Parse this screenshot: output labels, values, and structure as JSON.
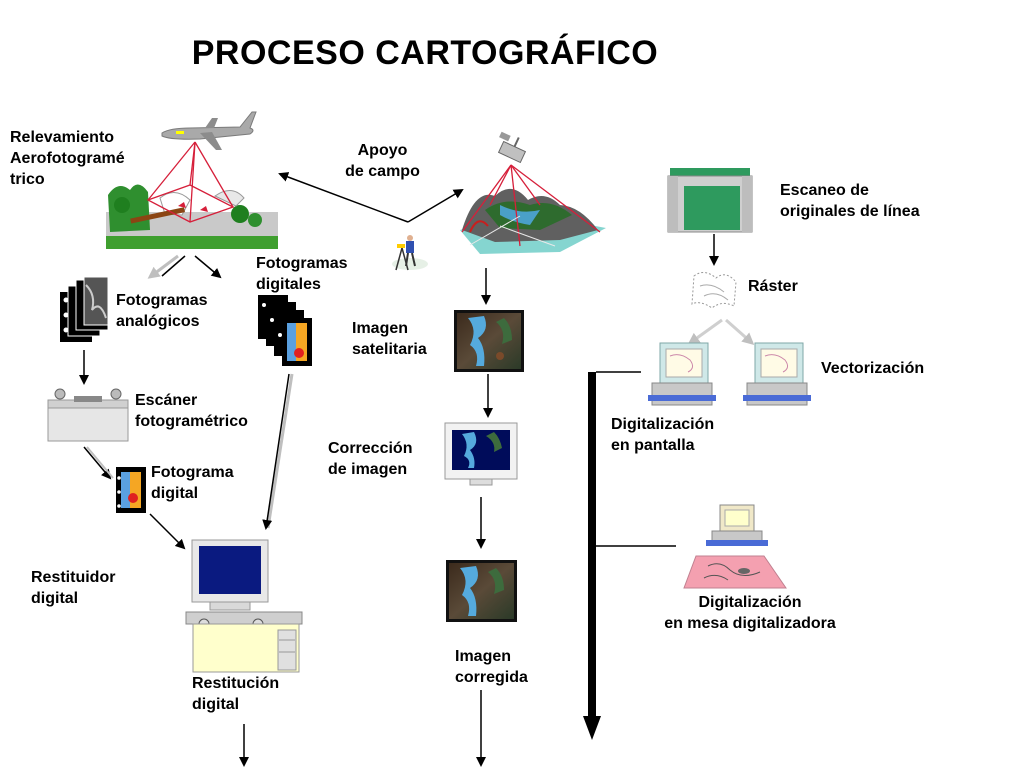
{
  "title": "PROCESO CARTOGRÁFICO",
  "labels": {
    "relevamiento": "Relevamiento\nAerofotogramé\ntrico",
    "apoyo": "Apoyo\nde campo",
    "escaneo": "Escaneo de\noriginales de línea",
    "raster": "Ráster",
    "vectorizacion": "Vectorización",
    "fotogramas_digitales": "Fotogramas\ndigitales",
    "fotogramas_analogicos": "Fotogramas\nanalógicos",
    "imagen_satelitaria": "Imagen\nsatelitaria",
    "escaner": "Escáner\nfotogramétrico",
    "digitalizacion_pantalla": "Digitalización\nen pantalla",
    "correccion": "Corrección\nde imagen",
    "fotograma_digital": "Fotograma\ndigital",
    "restituidor": "Restituidor\n  digital",
    "restitucion": "Restitución\n   digital",
    "imagen_corregida": "Imagen\ncorregida",
    "digitalizacion_mesa": "Digitalización\nen mesa digitalizadora"
  }
}
